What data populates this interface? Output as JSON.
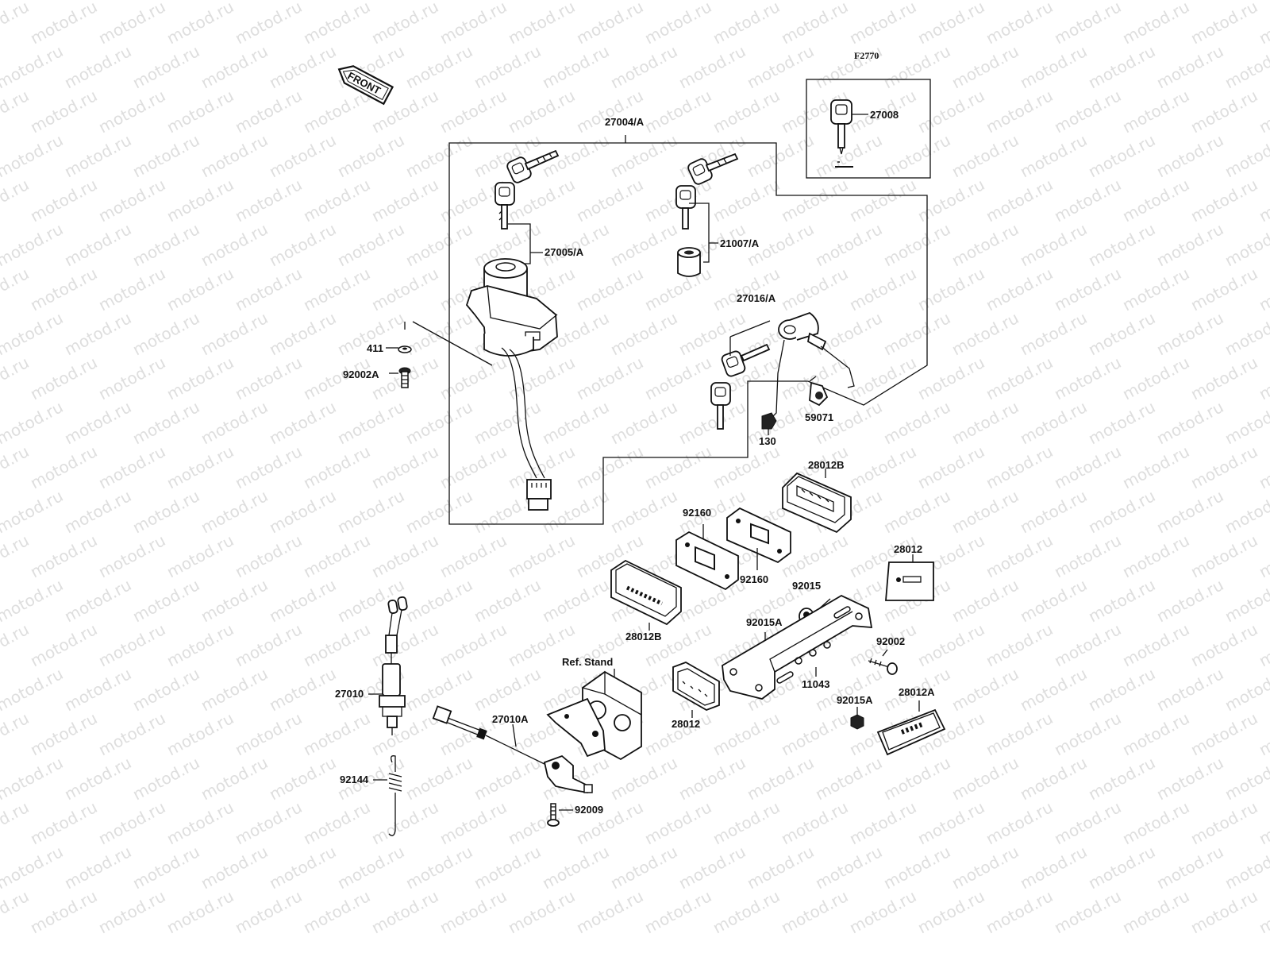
{
  "watermark": "motod.ru",
  "figure_code": "F2770",
  "direction_label": "FRONT",
  "reference_label": "Ref. Stand",
  "colors": {
    "ink": "#111111",
    "watermark": "#dedede",
    "paper": "#ffffff"
  },
  "labels": [
    {
      "id": "p27004A",
      "text": "27004/A"
    },
    {
      "id": "p27008",
      "text": "27008"
    },
    {
      "id": "p27005A",
      "text": "27005/A"
    },
    {
      "id": "p21007A",
      "text": "21007/A"
    },
    {
      "id": "p27016A",
      "text": "27016/A"
    },
    {
      "id": "p411",
      "text": "411"
    },
    {
      "id": "p92002A",
      "text": "92002A"
    },
    {
      "id": "p59071",
      "text": "59071"
    },
    {
      "id": "p130",
      "text": "130"
    },
    {
      "id": "p28012B_top",
      "text": "28012B"
    },
    {
      "id": "p92160_a",
      "text": "92160"
    },
    {
      "id": "p92160_b",
      "text": "92160"
    },
    {
      "id": "p28012_right",
      "text": "28012"
    },
    {
      "id": "p92015",
      "text": "92015"
    },
    {
      "id": "p92015A_a",
      "text": "92015A"
    },
    {
      "id": "p28012B_left",
      "text": "28012B"
    },
    {
      "id": "p92002",
      "text": "92002"
    },
    {
      "id": "p11043",
      "text": "11043"
    },
    {
      "id": "p92015A_b",
      "text": "92015A"
    },
    {
      "id": "p28012A",
      "text": "28012A"
    },
    {
      "id": "p28012_bottom",
      "text": "28012"
    },
    {
      "id": "p27010",
      "text": "27010"
    },
    {
      "id": "p27010A",
      "text": "27010A"
    },
    {
      "id": "p92144",
      "text": "92144"
    },
    {
      "id": "p92009",
      "text": "92009"
    }
  ]
}
